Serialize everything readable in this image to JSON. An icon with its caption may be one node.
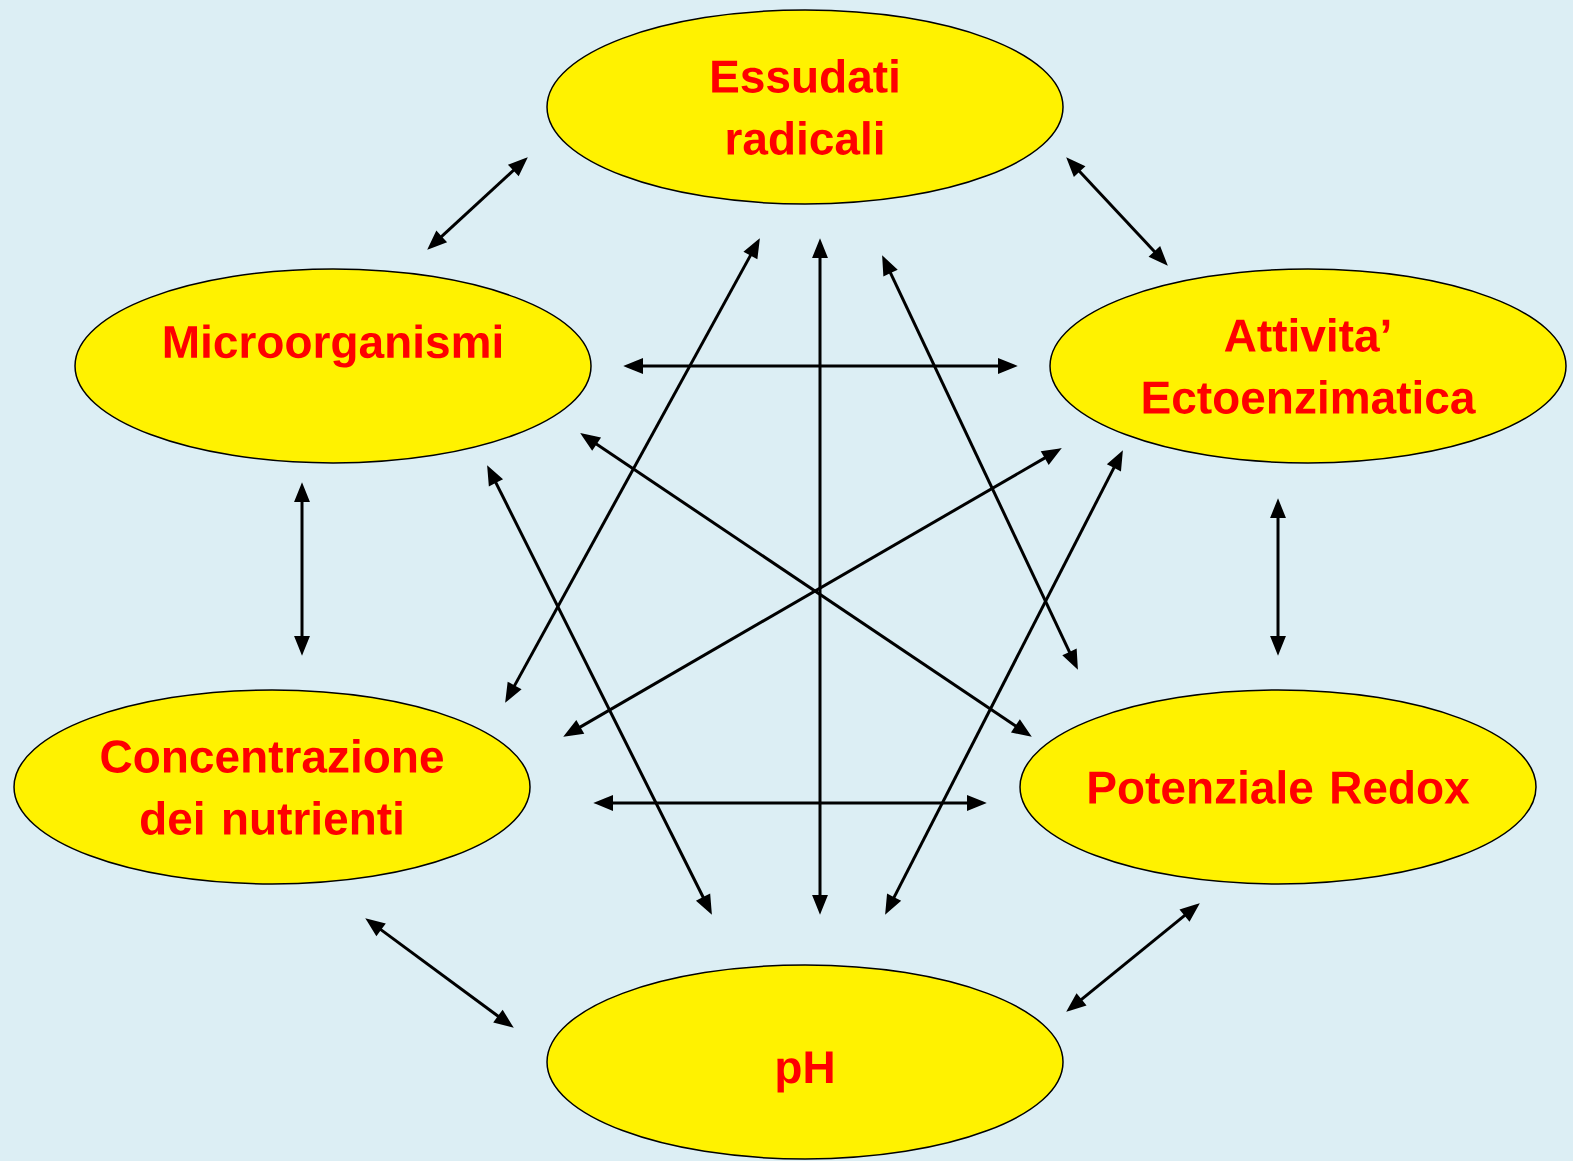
{
  "diagram": {
    "nodes": [
      {
        "text": [
          "Essudati radicali"
        ]
      },
      {
        "text": [
          "Microorganismi"
        ]
      },
      {
        "text": [
          "Attivita’ Ectoenzimatica"
        ]
      },
      {
        "text": [
          "Concentrazione dei nutrienti"
        ]
      },
      {
        "text": [
          "Potenziale Redox"
        ]
      },
      {
        "text": [
          "pH"
        ]
      }
    ],
    "edges": [
      {
        "from": 0,
        "to": 1,
        "arrow": "both"
      },
      {
        "from": 0,
        "to": 2,
        "arrow": "both"
      },
      {
        "from": 1,
        "to": 3,
        "arrow": "both"
      },
      {
        "from": 2,
        "to": 4,
        "arrow": "both"
      },
      {
        "from": 3,
        "to": 5,
        "arrow": "both"
      },
      {
        "from": 4,
        "to": 5,
        "arrow": "both"
      },
      {
        "from": 1,
        "to": 2,
        "arrow": "both"
      },
      {
        "from": 3,
        "to": 4,
        "arrow": "both"
      },
      {
        "from": 0,
        "to": 5,
        "arrow": "both"
      },
      {
        "from": 0,
        "to": 3,
        "arrow": "both"
      },
      {
        "from": 0,
        "to": 4,
        "arrow": "both"
      },
      {
        "from": 1,
        "to": 5,
        "arrow": "both"
      },
      {
        "from": 1,
        "to": 4,
        "arrow": "both"
      },
      {
        "from": 2,
        "to": 3,
        "arrow": "both"
      },
      {
        "from": 2,
        "to": 5,
        "arrow": "both"
      }
    ]
  }
}
